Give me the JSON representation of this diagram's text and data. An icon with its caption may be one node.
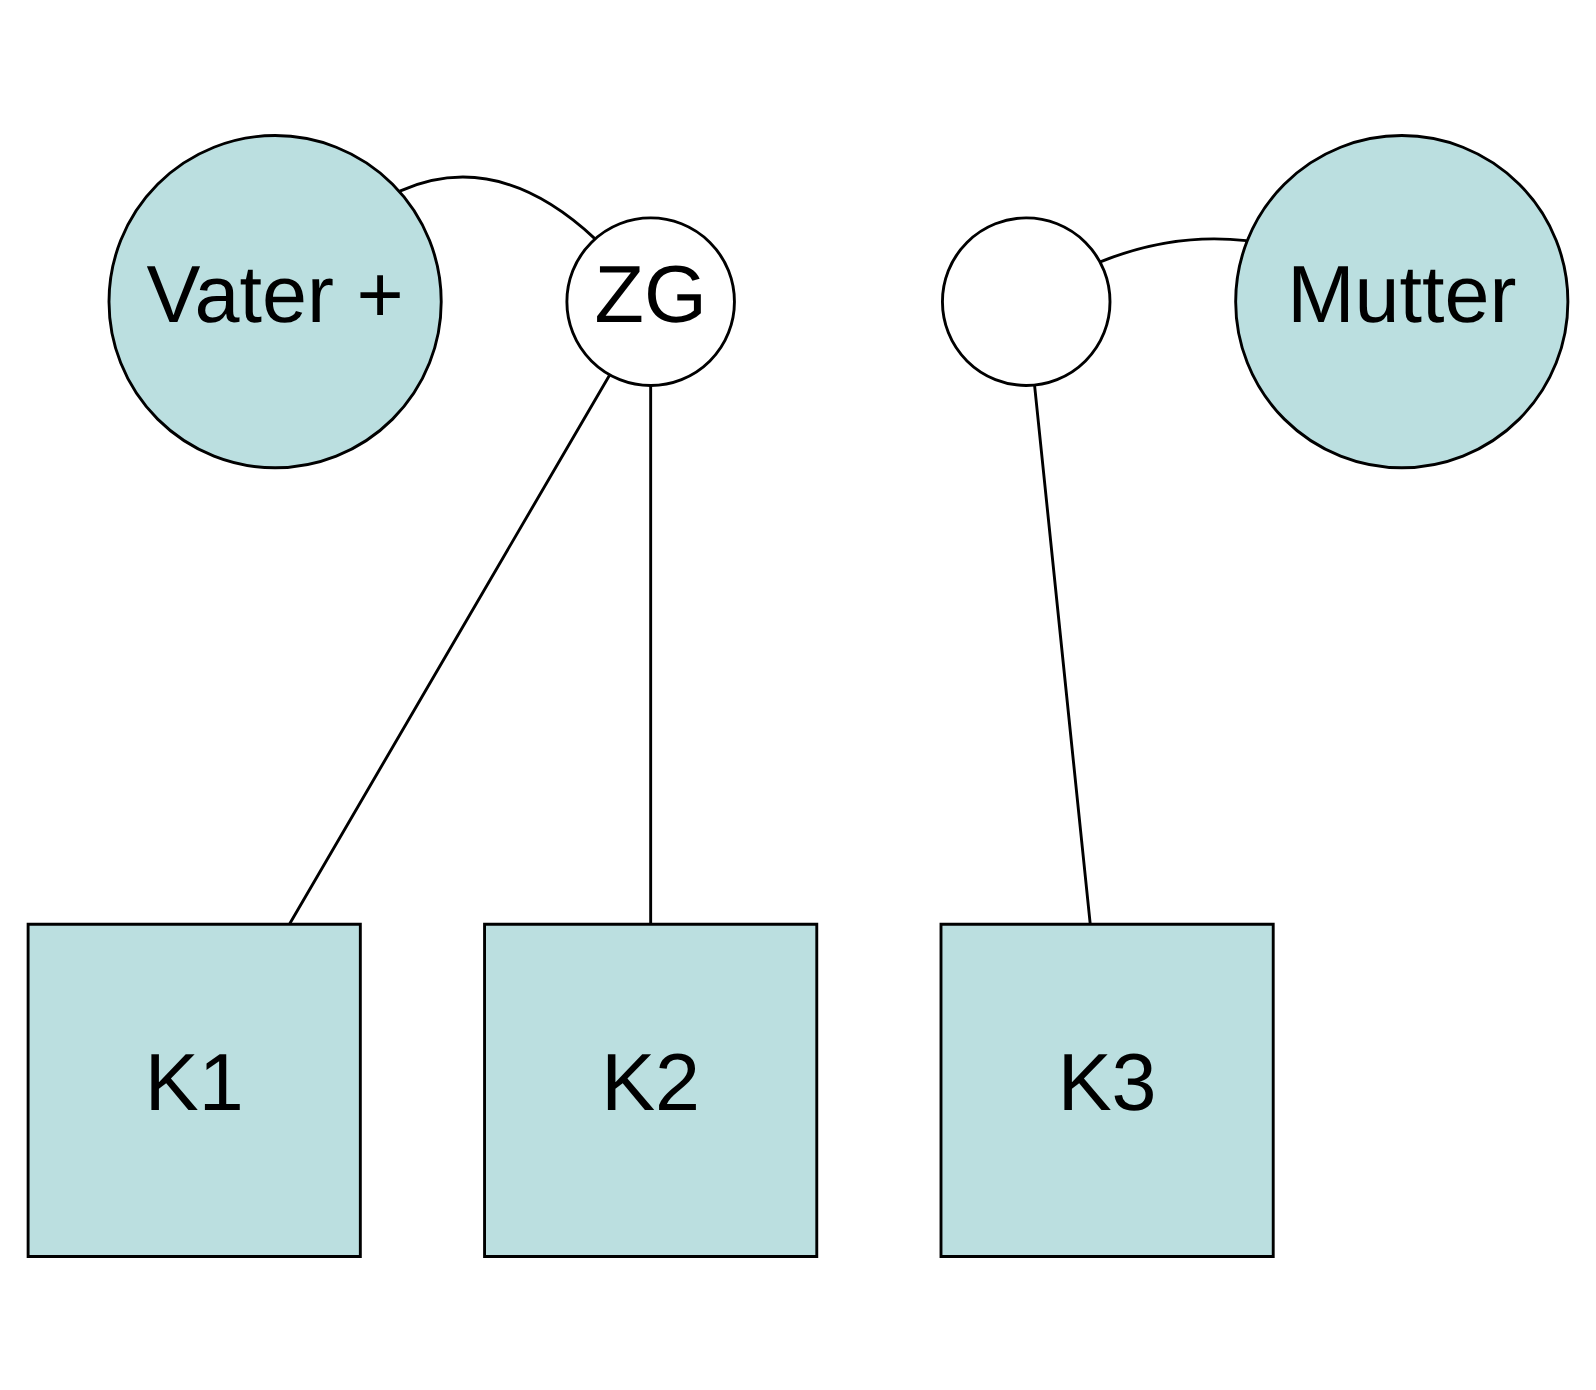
{
  "diagram": {
    "nodes": [
      {
        "text": [
          "Vater +"
        ]
      },
      {
        "text": [
          "ZG"
        ]
      },
      {
        "text": [],
        "shape": "circle"
      },
      {
        "text": [
          "Mutter"
        ]
      },
      {
        "text": [
          "K1"
        ]
      },
      {
        "text": [
          "K2"
        ]
      },
      {
        "text": [
          "K3"
        ]
      }
    ],
    "edges": [
      {
        "from": 0,
        "to": 1,
        "arrow": "none"
      },
      {
        "from": 2,
        "to": 3,
        "arrow": "none"
      },
      {
        "from": 1,
        "to": 4,
        "arrow": "none"
      },
      {
        "from": 1,
        "to": 5,
        "arrow": "none"
      },
      {
        "from": 2,
        "to": 6,
        "arrow": "none"
      }
    ]
  }
}
